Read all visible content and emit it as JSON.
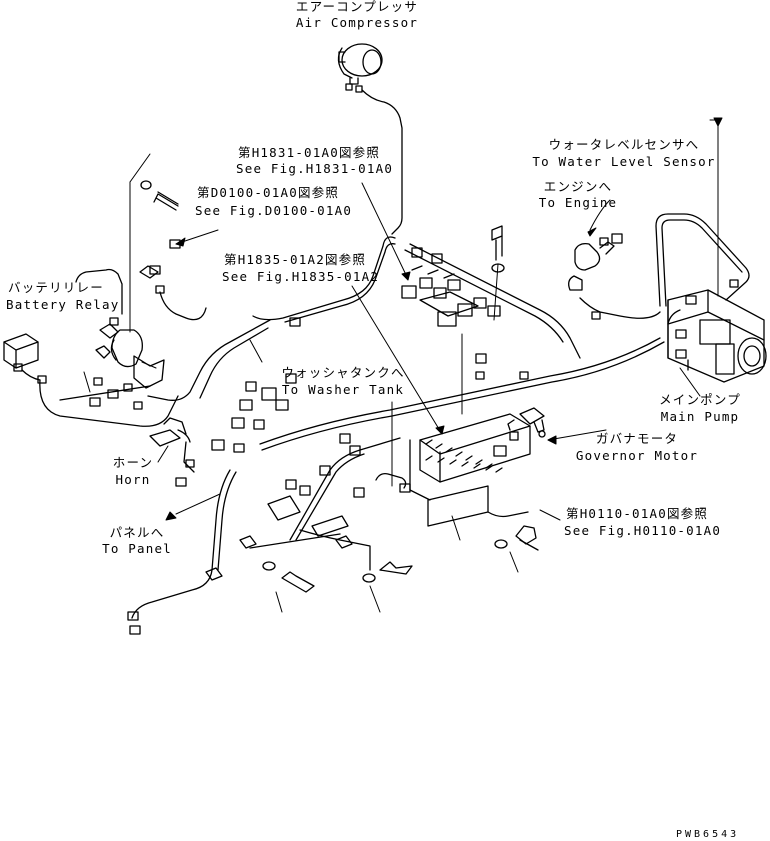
{
  "labels": {
    "air_compressor_jp": "エアーコンプレッサ",
    "air_compressor_en": "Air Compressor",
    "ref_h1831_jp": "第H1831-01A0図参照",
    "ref_h1831_en": "See Fig.H1831-01A0",
    "ref_d0100_jp": "第D0100-01A0図参照",
    "ref_d0100_en": "See Fig.D0100-01A0",
    "ref_h1835_jp": "第H1835-01A2図参照",
    "ref_h1835_en": "See Fig.H1835-01A2",
    "water_level_jp": "ウォータレベルセンサへ",
    "water_level_en": "To Water Level Sensor",
    "engine_jp": "エンジンへ",
    "engine_en": "To Engine",
    "battery_relay_jp": "バッテリリレー",
    "battery_relay_en": "Battery Relay",
    "washer_tank_jp": "ウォッシャタンクへ",
    "washer_tank_en": "To Washer Tank",
    "main_pump_jp": "メインポンプ",
    "main_pump_en": "Main Pump",
    "governor_jp": "ガバナモータ",
    "governor_en": "Governor Motor",
    "horn_jp": "ホーン",
    "horn_en": "Horn",
    "panel_jp": "パネルへ",
    "panel_en": "To Panel",
    "ref_h0110_jp": "第H0110-01A0図参照",
    "ref_h0110_en": "See Fig.H0110-01A0",
    "drawing_code": "PWB6543"
  },
  "colors": {
    "ink": "#000000",
    "paper": "#ffffff"
  }
}
